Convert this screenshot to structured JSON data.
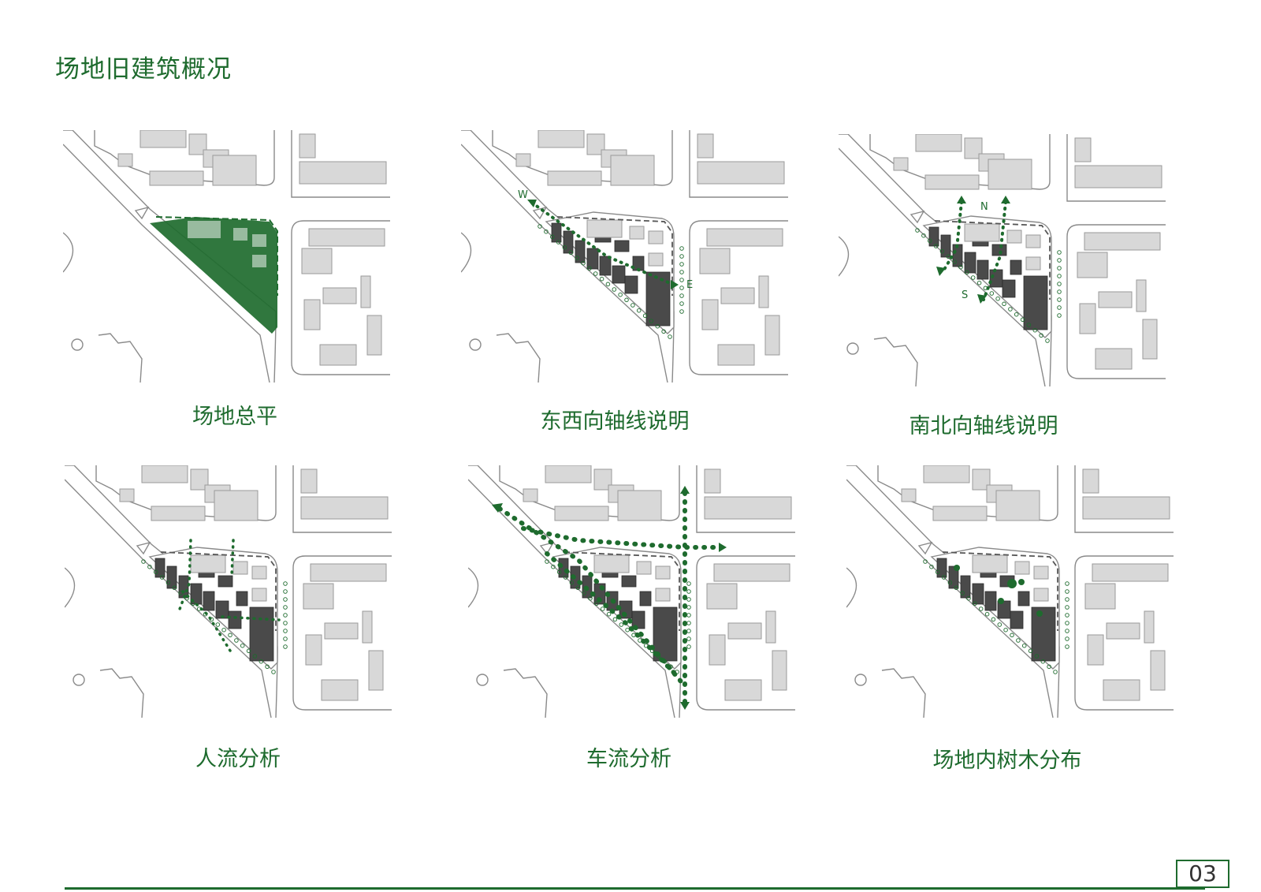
{
  "page": {
    "title": "场地旧建筑概况",
    "page_number": "03",
    "accent_color": "#1e6b2e"
  },
  "panels": [
    {
      "caption": "场地总平",
      "variant": "site-plan"
    },
    {
      "caption": "东西向轴线说明",
      "variant": "east-west-axis",
      "labels": {
        "west": "W",
        "east": "E"
      }
    },
    {
      "caption": "南北向轴线说明",
      "variant": "north-south-axis",
      "labels": {
        "north": "N",
        "south": "S"
      }
    },
    {
      "caption": "人流分析",
      "variant": "pedestrian-flow"
    },
    {
      "caption": "车流分析",
      "variant": "vehicle-flow"
    },
    {
      "caption": "场地内树木分布",
      "variant": "tree-distribution"
    }
  ]
}
